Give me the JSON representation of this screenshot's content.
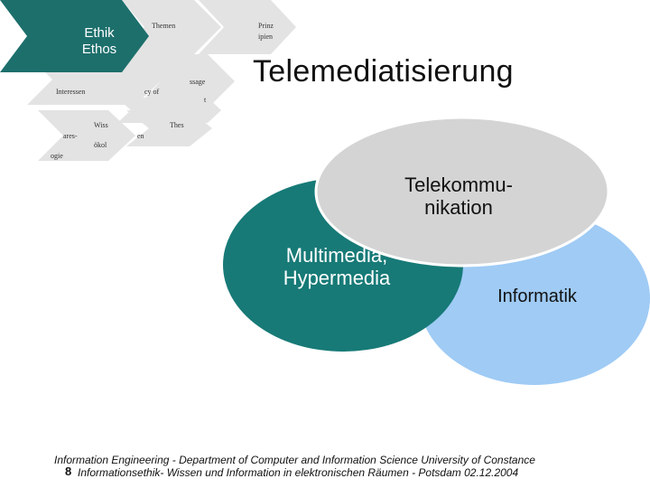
{
  "nav": {
    "active_item": "Ethik",
    "active_item_line2": "Ethos",
    "items": [
      "Themen",
      "Prinz",
      "ipien",
      "Interessen",
      "ssage",
      "cy of",
      "t",
      "Wiss",
      "ares-",
      "ökol",
      "ogie",
      "Thes",
      "en"
    ]
  },
  "slide": {
    "title": "Telemediatisierung"
  },
  "venn": {
    "telekommunikation_line1": "Telekommu-",
    "telekommunikation_line2": "nikation",
    "multimedia_line1": "Multimedia,",
    "multimedia_line2": "Hypermedia",
    "informatik": "Informatik",
    "colors": {
      "multimedia": "#177a77",
      "informatik": "#9fcbf5",
      "telekommunikation": "#d4d4d4",
      "nav_active": "#1d6f6c",
      "nav_inactive": "#e3e3e3"
    }
  },
  "footer": {
    "line1": "Information Engineering - Department of Computer and Information Science University of Constance",
    "page_number": "8",
    "line2": "Informationsethik- Wissen und Information in elektronischen Räumen - Potsdam 02.12.2004"
  }
}
